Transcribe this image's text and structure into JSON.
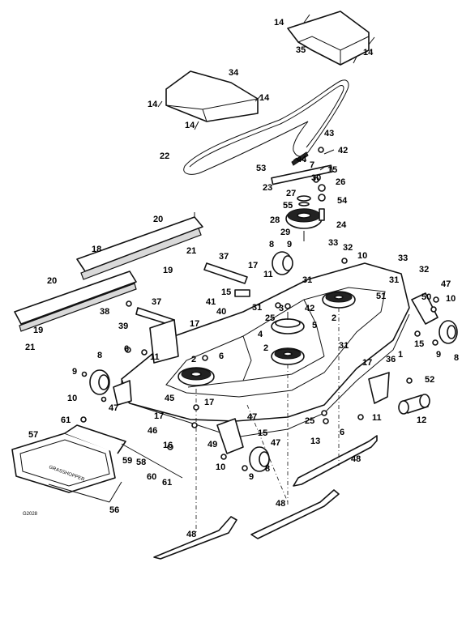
{
  "figure_code": "G2028",
  "callouts": {
    "14": "14",
    "35": "35",
    "34": "34",
    "22": "22",
    "43": "43",
    "42": "42",
    "44": "44",
    "7": "7",
    "53": "53",
    "30": "30",
    "15": "15",
    "26": "26",
    "23": "23",
    "27": "27",
    "54": "54",
    "55": "55",
    "28": "28",
    "24": "24",
    "29": "29",
    "20": "20",
    "18": "18",
    "21": "21",
    "19": "19",
    "8": "8",
    "9": "9",
    "33": "33",
    "32": "32",
    "10": "10",
    "37": "37",
    "17": "17",
    "11": "11",
    "31": "31",
    "41": "41",
    "40": "40",
    "3": "3",
    "38": "38",
    "39": "39",
    "25": "25",
    "5": "5",
    "4": "4",
    "2": "2",
    "51": "51",
    "47": "47",
    "50": "50",
    "6": "6",
    "1": "1",
    "36": "36",
    "52": "52",
    "12": "12",
    "45": "45",
    "46": "46",
    "49": "49",
    "16": "16",
    "13": "13",
    "61": "61",
    "57": "57",
    "59": "59",
    "58": "58",
    "60": "60",
    "56": "56",
    "48": "48"
  }
}
